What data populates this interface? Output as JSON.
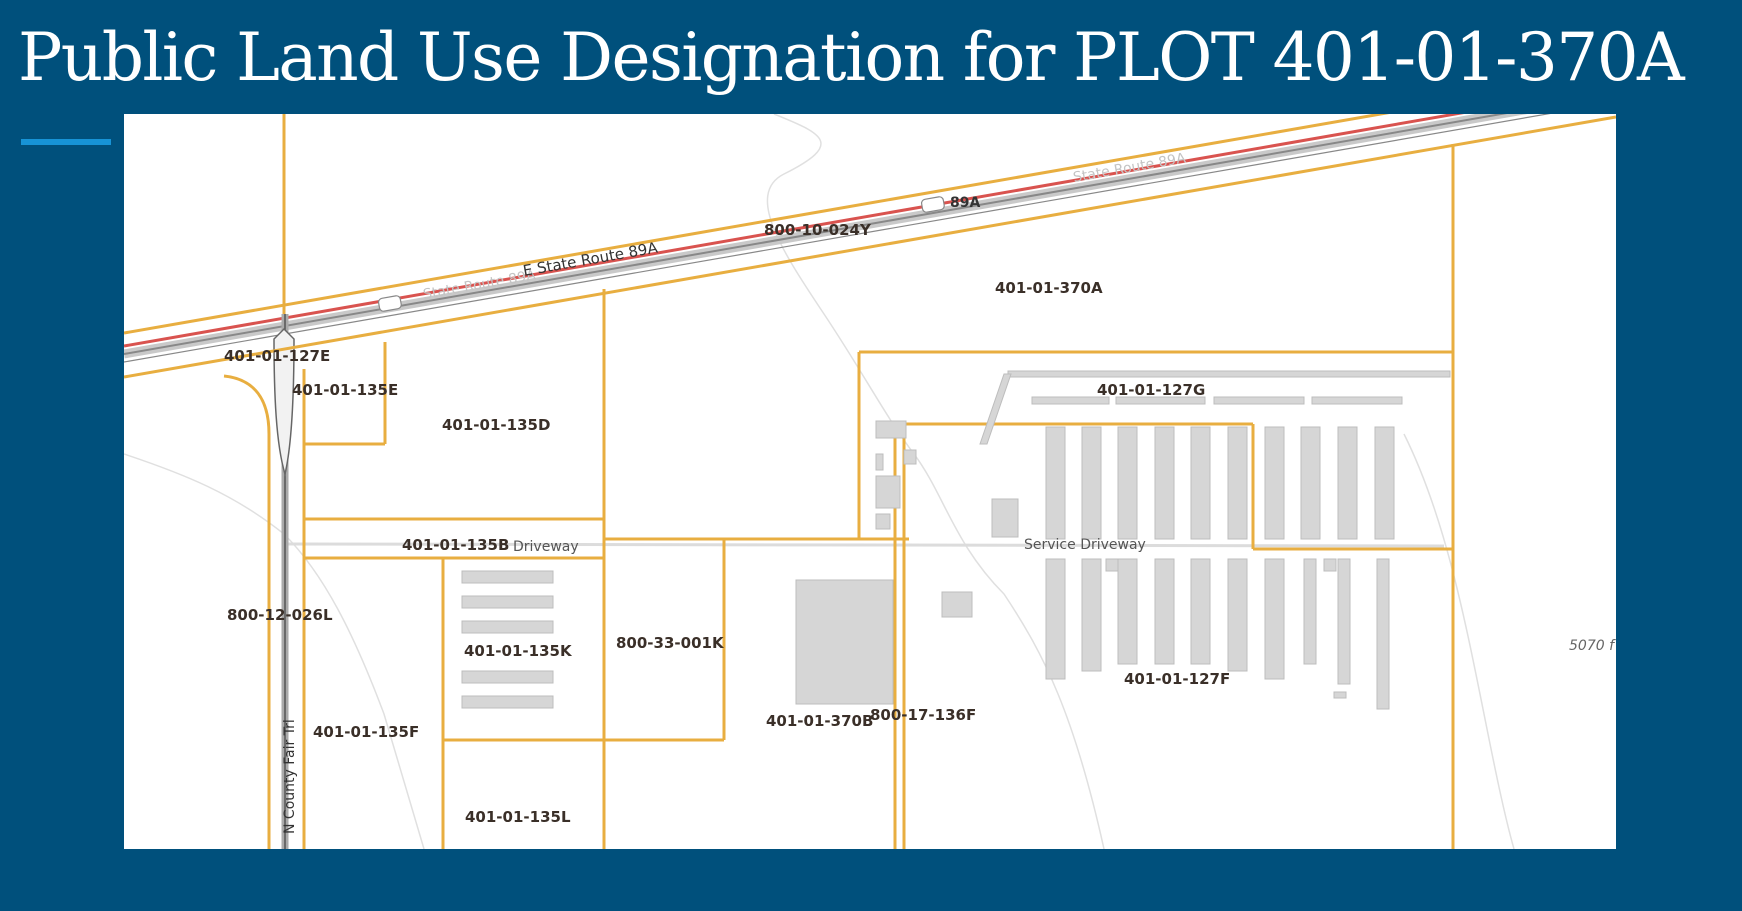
{
  "header": {
    "title": "Public Land Use Designation for PLOT 401-01-370A"
  },
  "map": {
    "parcels": [
      "401-01-127E",
      "401-01-135E",
      "401-01-135D",
      "401-01-370A",
      "800-10-024Y",
      "401-01-127G",
      "401-01-135B",
      "800-12-026L",
      "401-01-135K",
      "800-33-001K",
      "401-01-370B",
      "800-17-136F",
      "401-01-127F",
      "401-01-135F",
      "401-01-135L"
    ],
    "roads": {
      "state_route": "E State Route 89A",
      "state_route_faded": "State Route 89A",
      "shield_route": "89A",
      "service_driveway": "Service Driveway",
      "driveway": "Driveway",
      "county_road": "N County Fair Trl"
    },
    "elevation_label": "5070 f",
    "colors": {
      "background": "#00507c",
      "accent": "#1793d6",
      "parcel_line": "#e8ae40",
      "highway_red": "#d9534f",
      "building": "#d6d6d6"
    }
  }
}
